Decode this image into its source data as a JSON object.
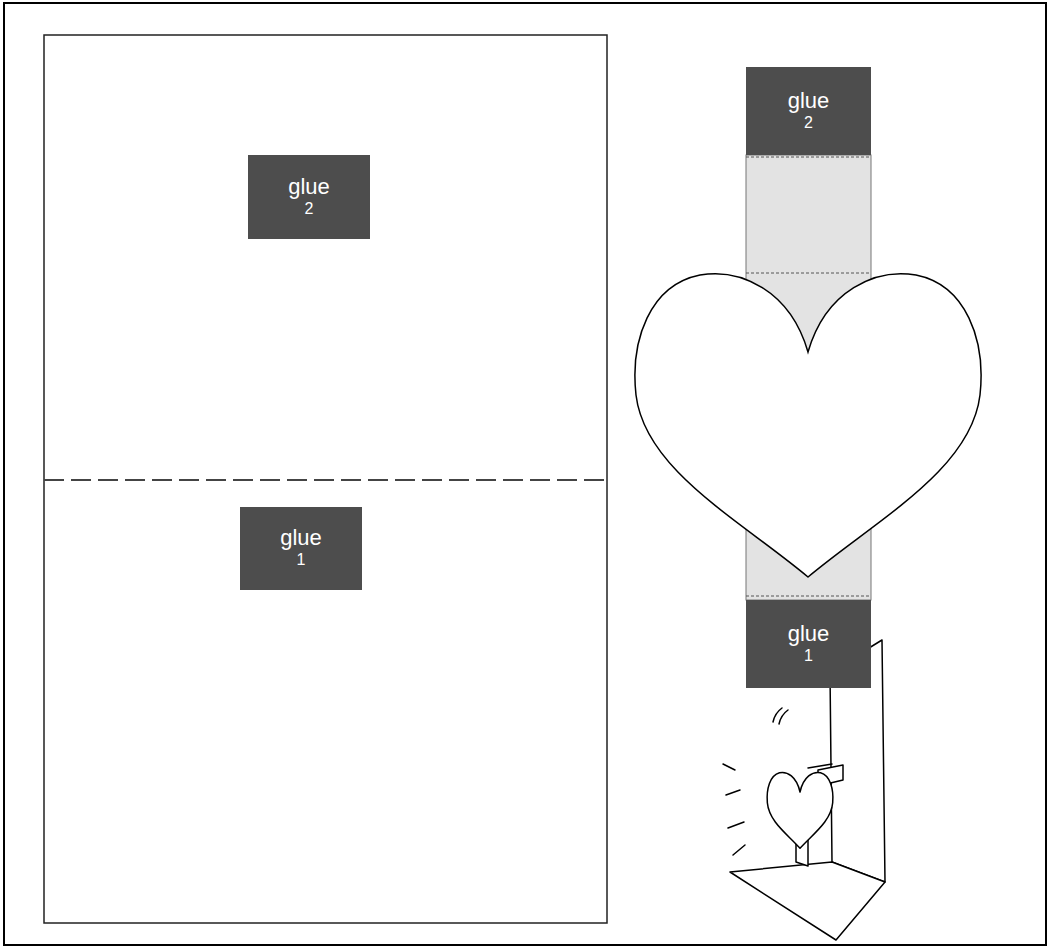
{
  "diagram": {
    "nodes": [
      {
        "text": [
          "glue",
          "2"
        ]
      },
      {
        "text": [
          "glue",
          "1"
        ]
      },
      {
        "text": [
          "glue",
          "2"
        ]
      },
      {
        "text": [
          "glue",
          "1"
        ]
      }
    ]
  }
}
